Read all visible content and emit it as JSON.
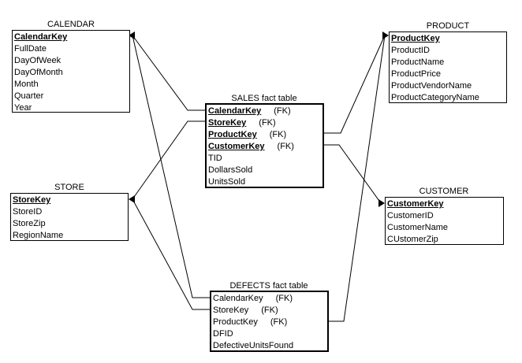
{
  "tables": {
    "calendar": {
      "title": "CALENDAR",
      "rows": [
        {
          "name": "CalendarKey",
          "key": true
        },
        {
          "name": "FullDate"
        },
        {
          "name": "DayOfWeek"
        },
        {
          "name": "DayOfMonth"
        },
        {
          "name": "Month"
        },
        {
          "name": "Quarter"
        },
        {
          "name": "Year"
        }
      ]
    },
    "product": {
      "title": "PRODUCT",
      "rows": [
        {
          "name": "ProductKey",
          "key": true
        },
        {
          "name": "ProductID"
        },
        {
          "name": "ProductName"
        },
        {
          "name": "ProductPrice"
        },
        {
          "name": "ProductVendorName"
        },
        {
          "name": "ProductCategoryName"
        }
      ]
    },
    "sales": {
      "title": "SALES fact table",
      "rows": [
        {
          "name": "CalendarKey",
          "key": true,
          "fk": "(FK)"
        },
        {
          "name": "StoreKey",
          "key": true,
          "fk": "(FK)"
        },
        {
          "name": "ProductKey",
          "key": true,
          "fk": "(FK)"
        },
        {
          "name": "CustomerKey",
          "key": true,
          "fk": "(FK)"
        },
        {
          "name": "TID"
        },
        {
          "name": "DollarsSold"
        },
        {
          "name": "UnitsSold"
        }
      ]
    },
    "store": {
      "title": "STORE",
      "rows": [
        {
          "name": "StoreKey",
          "key": true
        },
        {
          "name": "StoreID"
        },
        {
          "name": "StoreZip"
        },
        {
          "name": "RegionName"
        }
      ]
    },
    "customer": {
      "title": "CUSTOMER",
      "rows": [
        {
          "name": "CustomerKey",
          "key": true
        },
        {
          "name": "CustomerID"
        },
        {
          "name": "CustomerName"
        },
        {
          "name": "CUstomerZip"
        }
      ]
    },
    "defects": {
      "title": "DEFECTS fact table",
      "rows": [
        {
          "name": "CalendarKey",
          "fk": "(FK)"
        },
        {
          "name": "StoreKey",
          "fk": "(FK)"
        },
        {
          "name": "ProductKey",
          "fk": "(FK)"
        },
        {
          "name": "DFID"
        },
        {
          "name": "DefectiveUnitsFound"
        }
      ]
    }
  }
}
